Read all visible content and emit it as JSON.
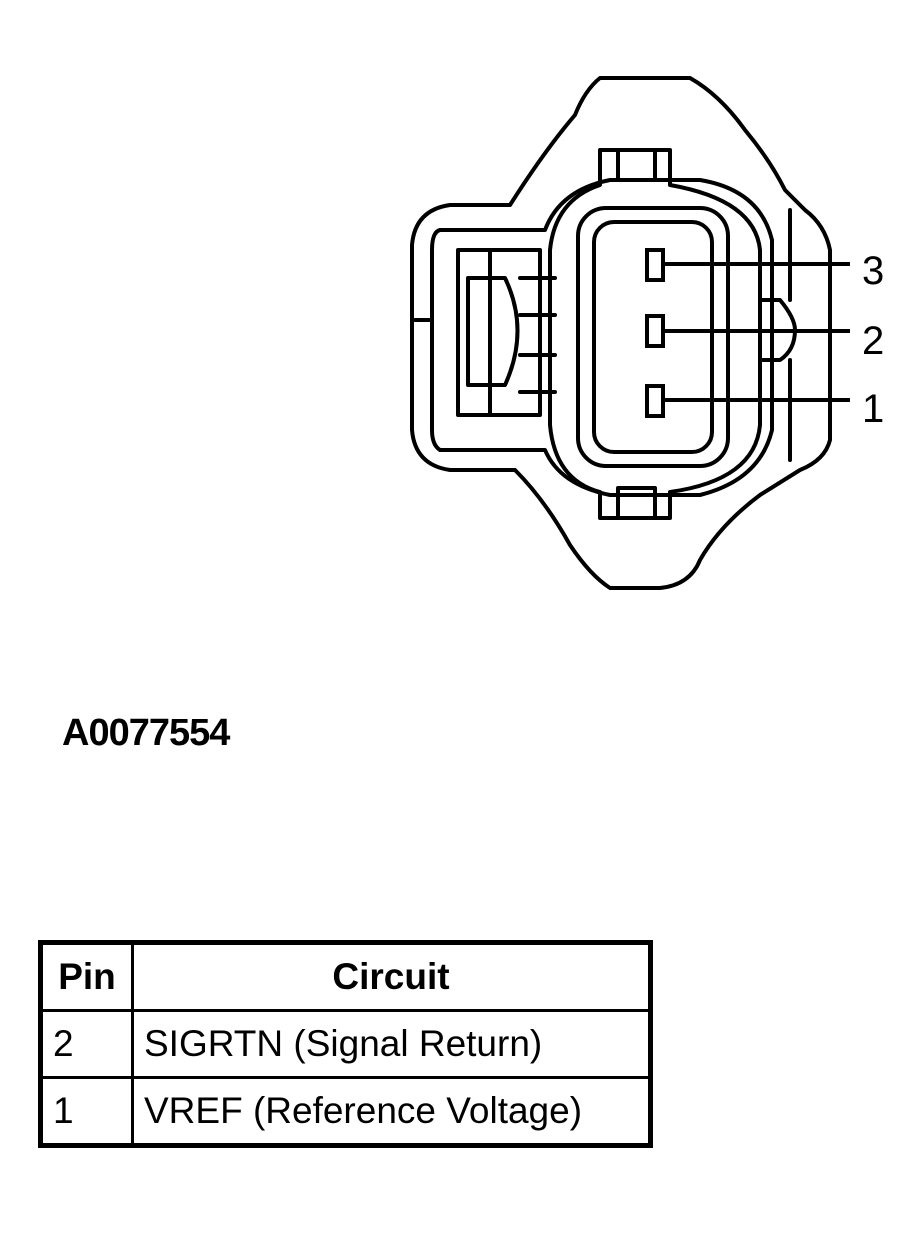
{
  "diagram": {
    "pin_labels": [
      "3",
      "2",
      "1"
    ]
  },
  "figure_id": "A0077554",
  "table": {
    "headers": {
      "pin": "Pin",
      "circuit": "Circuit"
    },
    "rows": [
      {
        "pin": "2",
        "circuit": "SIGRTN (Signal Return)"
      },
      {
        "pin": "1",
        "circuit": "VREF (Reference Voltage)"
      }
    ]
  }
}
